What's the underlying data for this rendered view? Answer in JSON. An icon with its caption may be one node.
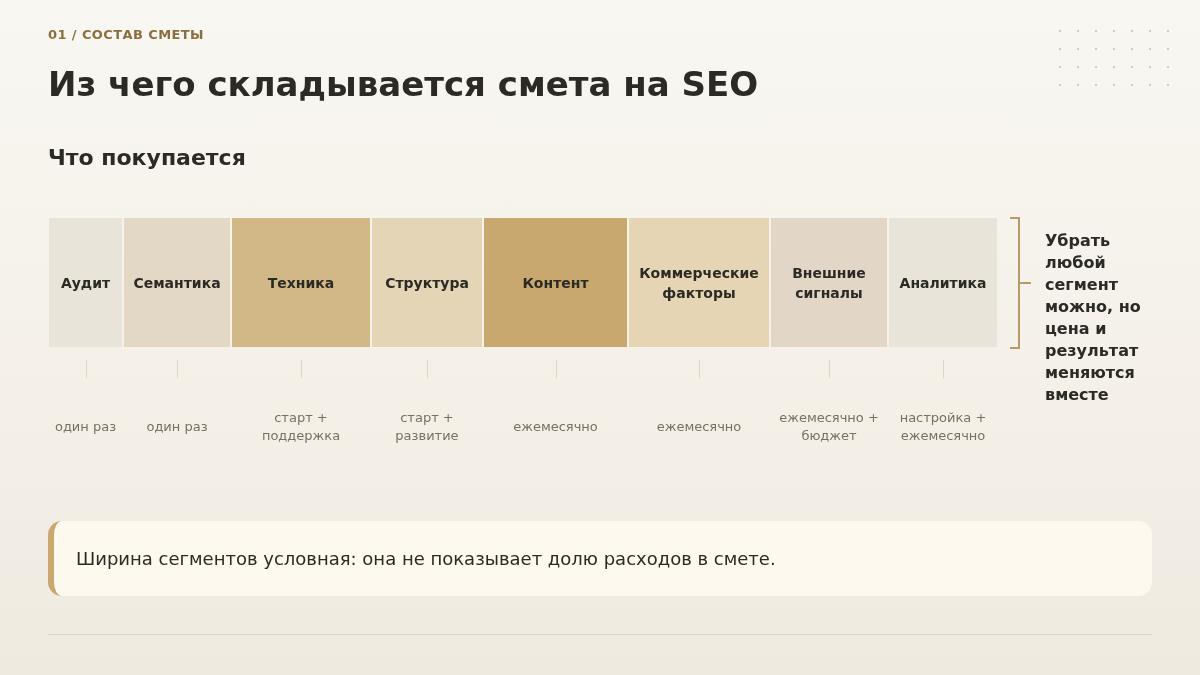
{
  "diagram": {
    "title": "Из чего складывается смета на SEO",
    "nodes": [
      {
        "text": [
          "Аудит"
        ]
      },
      {
        "text": [
          "Семантика"
        ]
      },
      {
        "text": [
          "Техника"
        ]
      },
      {
        "text": [
          "Структура"
        ]
      },
      {
        "text": [
          "Контент"
        ]
      },
      {
        "text": [
          "Коммерческие факторы"
        ]
      },
      {
        "text": [
          "Внешние сигналы"
        ]
      },
      {
        "text": [
          "Аналитика"
        ]
      },
      {
        "text": [
          "Ширина сегментов условная: она не показывает долю расходов в смете."
        ]
      }
    ],
    "labels": [
      "01 / СОСТАВ СМЕТЫ",
      "Что покупается",
      "Убрать любой сегмент можно, но цена и результат меняются вместе",
      "один раз",
      "один раз",
      "старт + поддержка",
      "старт + развитие",
      "ежемесячно",
      "ежемесячно",
      "ежемесячно + бюджет",
      "настройка + ежемесячно"
    ]
  }
}
